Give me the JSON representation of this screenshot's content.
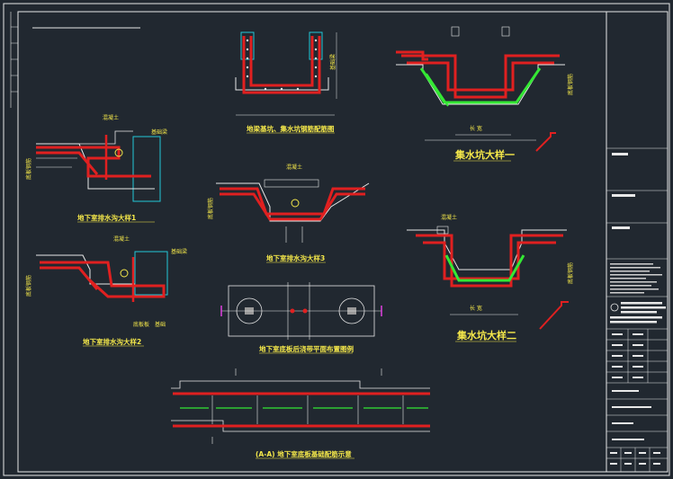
{
  "colors": {
    "background": "#212830",
    "rebar": "#e02020",
    "concrete": "#ffffff",
    "waterproof": "#34e834",
    "text": "#f5e84a",
    "cyan": "#22c8d8"
  },
  "drawings": {
    "top_center": {
      "title": "地梁基坑、集水坑钢筋配筋图",
      "tag": "基础梁"
    },
    "left_1": {
      "title": "地下室排水沟大样1",
      "tag_top": "混凝土",
      "tag_top2": "基础梁",
      "tag_left": "底板钢筋"
    },
    "left_2": {
      "title": "地下室排水沟大样2",
      "tag_top": "混凝土",
      "tag_top2": "基础梁",
      "tag_left": "底板钢筋",
      "tag_bottom1": "底板板",
      "tag_bottom2": "基础"
    },
    "center_3": {
      "title": "地下室排水沟大样3",
      "tag_top": "混凝土",
      "tag_left": "底板钢筋"
    },
    "plan": {
      "title": "地下室底板后浇带平面布置图例"
    },
    "pit_1": {
      "title": "集水坑大样一",
      "dim": "长 宽",
      "tag_right": "底板钢筋"
    },
    "pit_2": {
      "title": "集水坑大样二",
      "dim": "长 宽",
      "tag_top": "混凝土",
      "tag_right": "底板钢筋"
    },
    "section": {
      "title": "(A-A) 地下室底板基础配筋示意"
    }
  },
  "title_block": {
    "rows": [
      "",
      "",
      "",
      "",
      "",
      "",
      "",
      "",
      ""
    ]
  }
}
